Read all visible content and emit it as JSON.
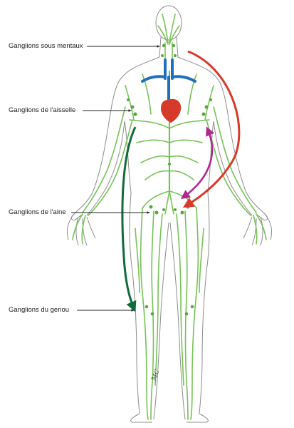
{
  "labels": {
    "submental": "Ganglions sous mentaux",
    "axillary": "Ganglions de l'aisselle",
    "inguinal": "Ganglions de l'aine",
    "knee": "Ganglions du genou"
  },
  "signature": "MC",
  "colors": {
    "lymph": "#77c257",
    "lymph_dark": "#5aa63e",
    "outline": "#8c8c8c",
    "vein": "#1f6fc0",
    "heart": "#d63a2a",
    "arrow_red": "#d63a2a",
    "arrow_magenta": "#b0288f",
    "arrow_green": "#0e6b3c"
  }
}
